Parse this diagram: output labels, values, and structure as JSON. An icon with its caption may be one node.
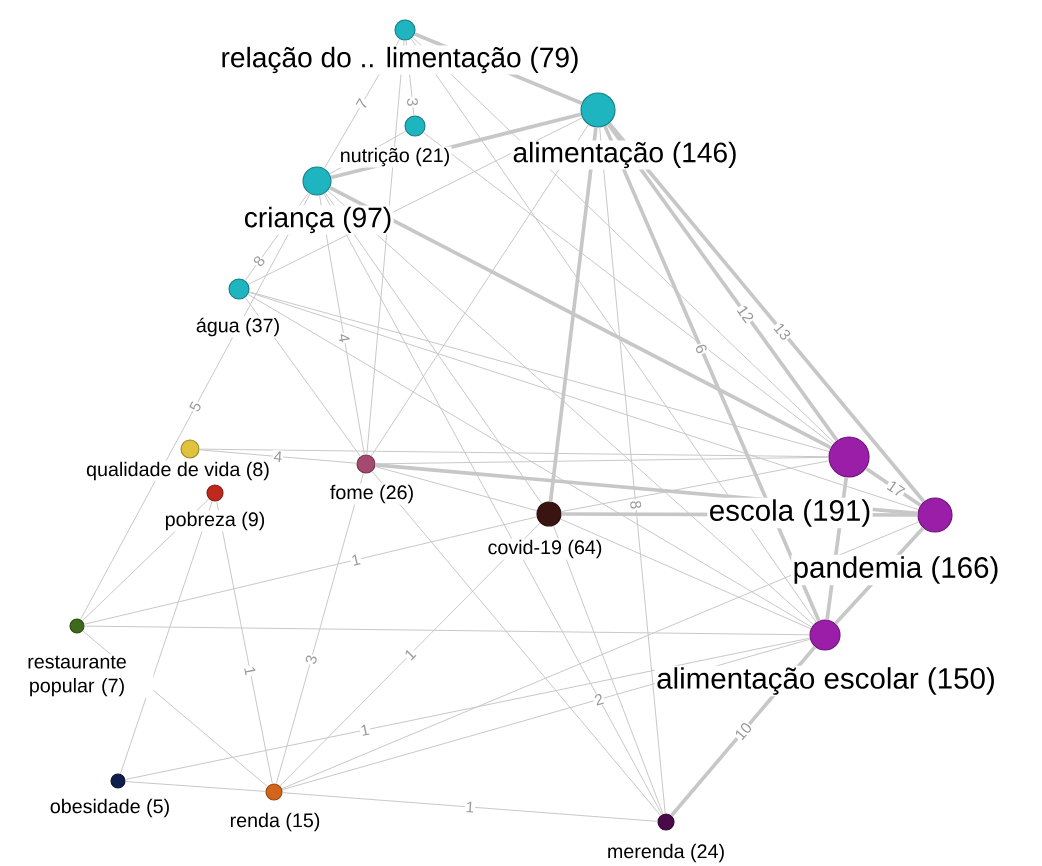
{
  "diagram": {
    "nodes": [
      {
        "text": [],
        "shape": "circle",
        "beside": [
          "relação do .. limentação (79)"
        ]
      },
      {
        "text": [],
        "shape": "circle",
        "beside": [
          "alimentação (146)"
        ]
      },
      {
        "text": [],
        "shape": "circle",
        "beside": [
          "nutrição (21)"
        ]
      },
      {
        "text": [],
        "shape": "circle",
        "beside": [
          "criança (97)"
        ]
      },
      {
        "text": [],
        "shape": "circle",
        "beside": [
          "água (37)"
        ]
      },
      {
        "text": [],
        "shape": "circle",
        "beside": [
          "qualidade de vida (8)"
        ]
      },
      {
        "text": [],
        "shape": "circle",
        "beside": [
          "pobreza (9)"
        ]
      },
      {
        "text": [],
        "shape": "circle",
        "beside": [
          "fome (26)"
        ]
      },
      {
        "text": [],
        "shape": "circle",
        "beside": [
          "covid-19 (64)"
        ]
      },
      {
        "text": [],
        "shape": "circle",
        "beside": [
          "escola (191)"
        ]
      },
      {
        "text": [],
        "shape": "circle",
        "beside": [
          "pandemia (166)"
        ]
      },
      {
        "text": [],
        "shape": "circle",
        "beside": [
          "alimentação escolar (150)"
        ]
      },
      {
        "text": [],
        "shape": "circle",
        "beside": [
          "restaurante popular (7)"
        ]
      },
      {
        "text": [],
        "shape": "circle",
        "beside": [
          "obesidade (5)"
        ]
      },
      {
        "text": [],
        "shape": "circle",
        "beside": [
          "renda (15)"
        ]
      },
      {
        "text": [],
        "shape": "circle",
        "beside": [
          "merenda (24)"
        ]
      }
    ],
    "edges": [
      {
        "from": 1,
        "to": 9,
        "arrow": "none",
        "label": "12",
        "style": "thick"
      },
      {
        "from": 1,
        "to": 10,
        "arrow": "none",
        "label": "13",
        "style": "thick"
      },
      {
        "from": 1,
        "to": 11,
        "arrow": "none",
        "label": "6",
        "style": "thick"
      },
      {
        "from": 1,
        "to": 8,
        "arrow": "none",
        "style": "thick"
      },
      {
        "from": 1,
        "to": 7,
        "arrow": "none"
      },
      {
        "from": 1,
        "to": 4,
        "arrow": "none"
      },
      {
        "from": 1,
        "to": 3,
        "arrow": "none",
        "style": "thick"
      },
      {
        "from": 1,
        "to": 15,
        "arrow": "none",
        "label": "8"
      },
      {
        "from": 0,
        "to": 3,
        "arrow": "none",
        "label": "7"
      },
      {
        "from": 0,
        "to": 2,
        "arrow": "none",
        "label": "3"
      },
      {
        "from": 0,
        "to": 1,
        "arrow": "none",
        "style": "thick"
      },
      {
        "from": 0,
        "to": 9,
        "arrow": "none"
      },
      {
        "from": 0,
        "to": 11,
        "arrow": "none"
      },
      {
        "from": 0,
        "to": 7,
        "arrow": "none"
      },
      {
        "from": 2,
        "to": 3,
        "arrow": "none"
      },
      {
        "from": 2,
        "to": 9,
        "arrow": "none"
      },
      {
        "from": 3,
        "to": 9,
        "arrow": "none",
        "style": "thick"
      },
      {
        "from": 3,
        "to": 8,
        "arrow": "none"
      },
      {
        "from": 3,
        "to": 11,
        "arrow": "none"
      },
      {
        "from": 3,
        "to": 7,
        "arrow": "none",
        "label": "4"
      },
      {
        "from": 3,
        "to": 4,
        "arrow": "none",
        "label": "8"
      },
      {
        "from": 3,
        "to": 12,
        "arrow": "none",
        "label": "5"
      },
      {
        "from": 4,
        "to": 9,
        "arrow": "none"
      },
      {
        "from": 4,
        "to": 10,
        "arrow": "none"
      },
      {
        "from": 4,
        "to": 11,
        "arrow": "none"
      },
      {
        "from": 4,
        "to": 7,
        "arrow": "none"
      },
      {
        "from": 5,
        "to": 7,
        "arrow": "none",
        "label": "4"
      },
      {
        "from": 5,
        "to": 9,
        "arrow": "none"
      },
      {
        "from": 6,
        "to": 14,
        "arrow": "none",
        "label": "1"
      },
      {
        "from": 6,
        "to": 12,
        "arrow": "none"
      },
      {
        "from": 7,
        "to": 8,
        "arrow": "none"
      },
      {
        "from": 7,
        "to": 9,
        "arrow": "none"
      },
      {
        "from": 7,
        "to": 10,
        "arrow": "none",
        "style": "thick"
      },
      {
        "from": 7,
        "to": 14,
        "arrow": "none",
        "label": "3"
      },
      {
        "from": 8,
        "to": 10,
        "arrow": "none",
        "style": "thick"
      },
      {
        "from": 8,
        "to": 9,
        "arrow": "none"
      },
      {
        "from": 8,
        "to": 11,
        "arrow": "none"
      },
      {
        "from": 8,
        "to": 15,
        "arrow": "none"
      },
      {
        "from": 9,
        "to": 10,
        "arrow": "none",
        "label": "17",
        "style": "thick"
      },
      {
        "from": 9,
        "to": 11,
        "arrow": "none",
        "style": "thick"
      },
      {
        "from": 10,
        "to": 11,
        "arrow": "none",
        "style": "thick"
      },
      {
        "from": 11,
        "to": 15,
        "arrow": "none",
        "label": "10",
        "style": "thick"
      },
      {
        "from": 12,
        "to": 11,
        "arrow": "none"
      },
      {
        "from": 12,
        "to": 8,
        "arrow": "none",
        "label": "1"
      },
      {
        "from": 12,
        "to": 14,
        "arrow": "none"
      },
      {
        "from": 13,
        "to": 14,
        "arrow": "none"
      },
      {
        "from": 13,
        "to": 11,
        "arrow": "none",
        "label": "1"
      },
      {
        "from": 13,
        "to": 6,
        "arrow": "none"
      },
      {
        "from": 14,
        "to": 15,
        "arrow": "none",
        "label": "1"
      },
      {
        "from": 14,
        "to": 11,
        "arrow": "none",
        "label": "2"
      },
      {
        "from": 14,
        "to": 8,
        "arrow": "none",
        "label": "1"
      },
      {
        "from": 14,
        "to": 10,
        "arrow": "none"
      },
      {
        "from": 15,
        "to": 3,
        "arrow": "none"
      },
      {
        "from": 15,
        "to": 7,
        "arrow": "none"
      }
    ]
  }
}
